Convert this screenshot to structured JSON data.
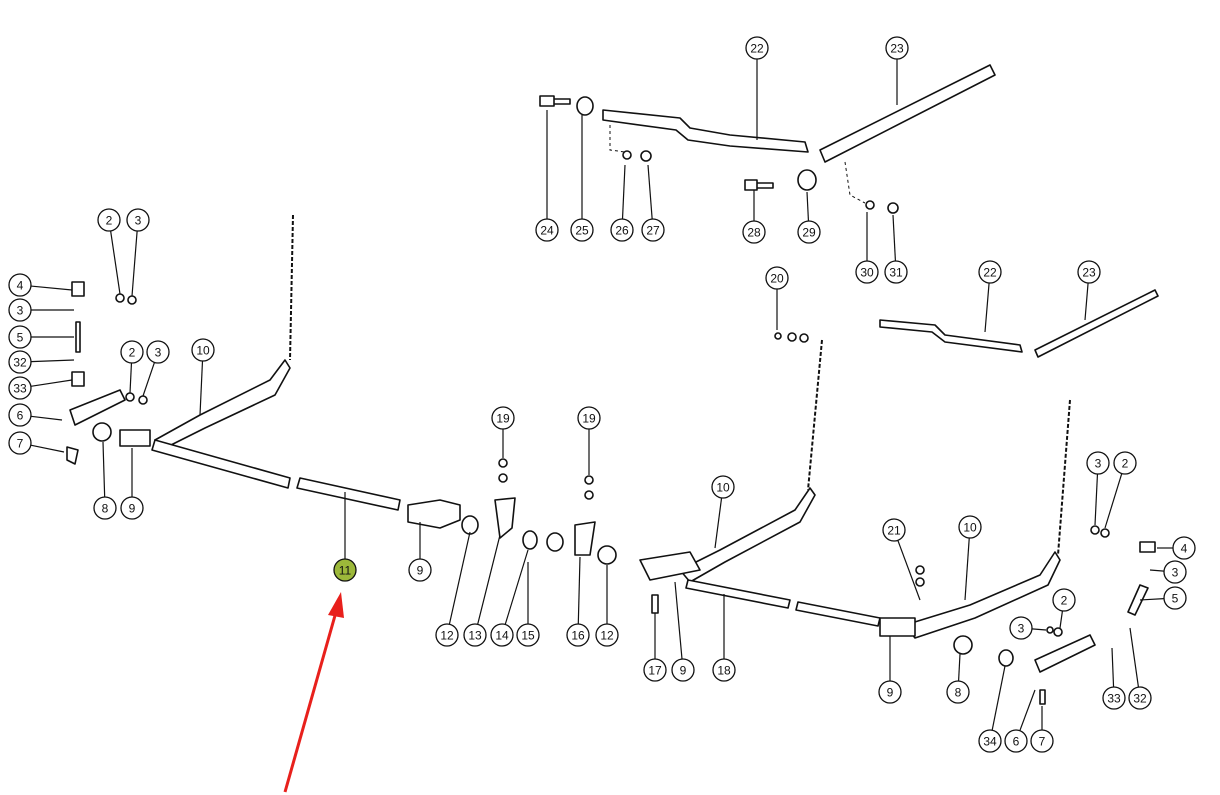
{
  "diagram": {
    "type": "exploded parts diagram",
    "highlighted_callout": "11",
    "highlight_color": "#9cb83a",
    "arrow_color": "#e8201c",
    "callouts": [
      "22",
      "23",
      "24",
      "25",
      "26",
      "27",
      "28",
      "29",
      "30",
      "31",
      "20",
      "22",
      "23",
      "2",
      "3",
      "4",
      "3",
      "5",
      "32",
      "33",
      "2",
      "3",
      "10",
      "6",
      "7",
      "8",
      "9",
      "11",
      "9",
      "19",
      "19",
      "12",
      "13",
      "14",
      "15",
      "16",
      "12",
      "10",
      "17",
      "9",
      "18",
      "21",
      "10",
      "3",
      "2",
      "4",
      "3",
      "5",
      "2",
      "3",
      "9",
      "8",
      "34",
      "6",
      "7",
      "33",
      "32"
    ]
  }
}
